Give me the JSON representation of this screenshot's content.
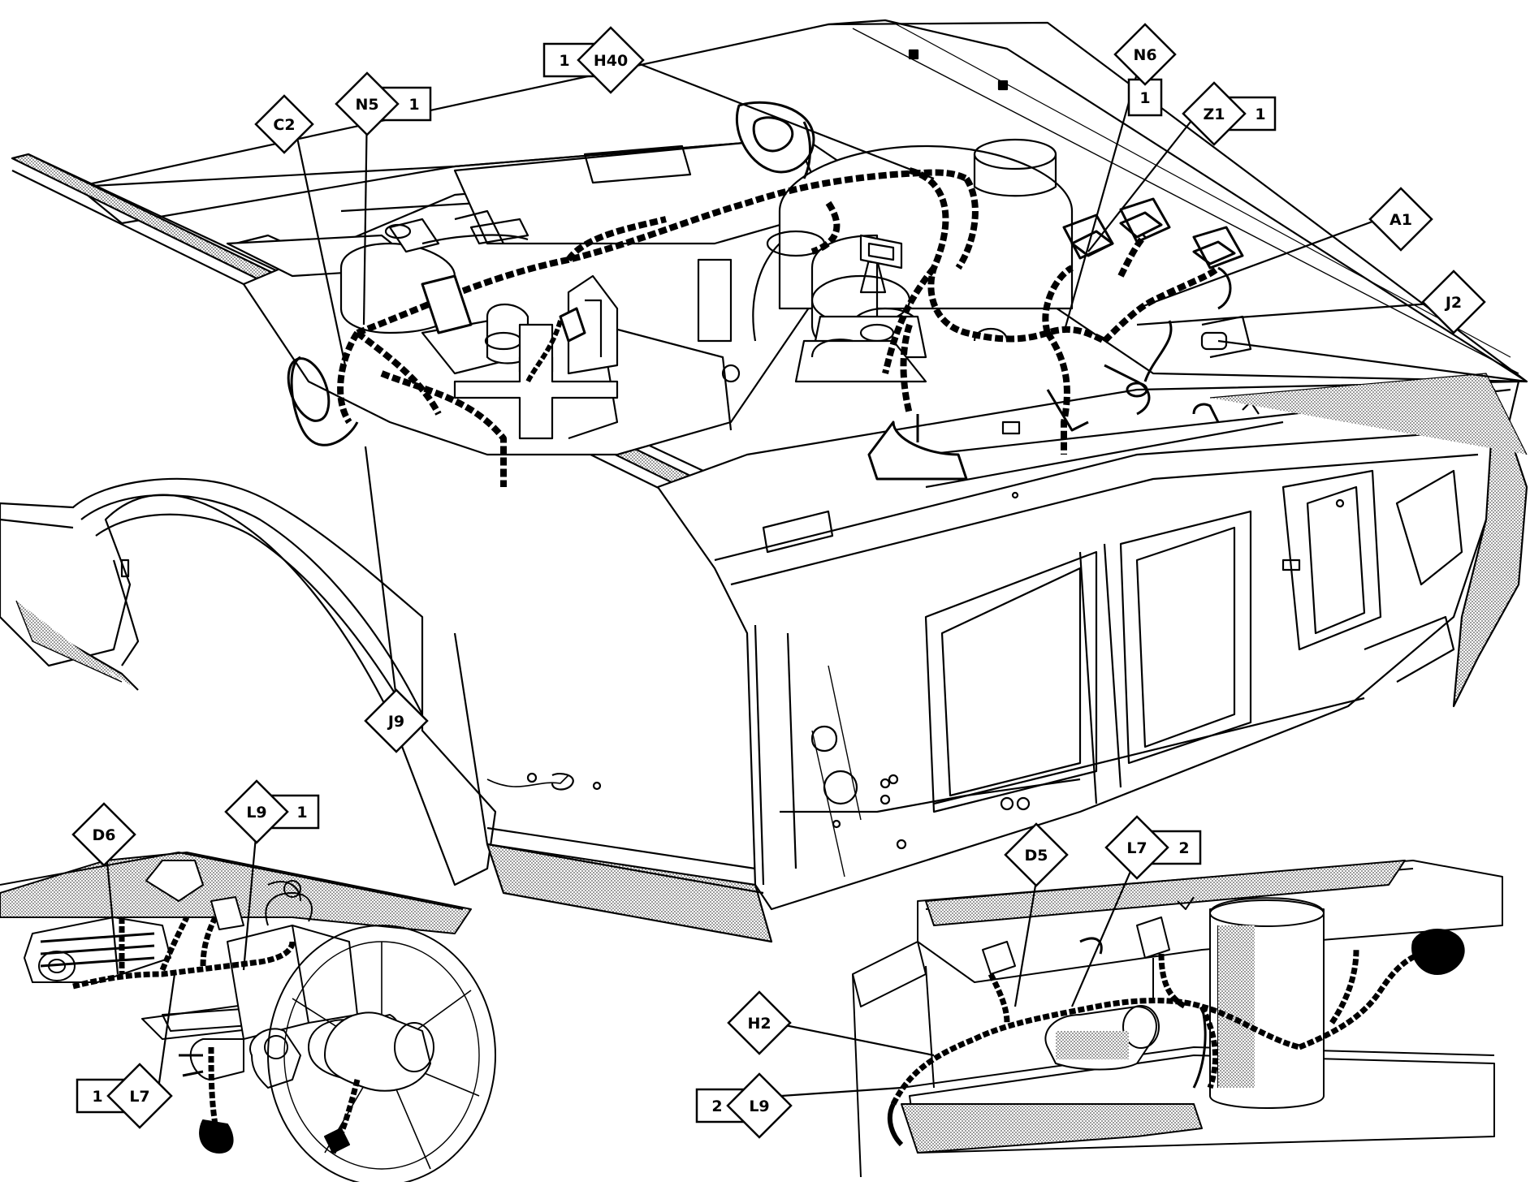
{
  "diagram": {
    "callouts": [
      {
        "id": "C2"
      },
      {
        "id": "N5",
        "num": "1"
      },
      {
        "id": "H40",
        "num": "1"
      },
      {
        "id": "N6",
        "num": "1"
      },
      {
        "id": "Z1",
        "num": "1"
      },
      {
        "id": "A1"
      },
      {
        "id": "J2"
      },
      {
        "id": "J9"
      },
      {
        "id": "D6"
      },
      {
        "id": "L9",
        "num": "1"
      },
      {
        "id": "L7",
        "num": "1"
      },
      {
        "id": "D5"
      },
      {
        "id": "L7",
        "num": "2"
      },
      {
        "id": "H2"
      },
      {
        "id": "L9",
        "num": "2"
      }
    ],
    "colors": {
      "line": "#000000",
      "shade": "#9a9a9a",
      "background": "#ffffff"
    }
  }
}
